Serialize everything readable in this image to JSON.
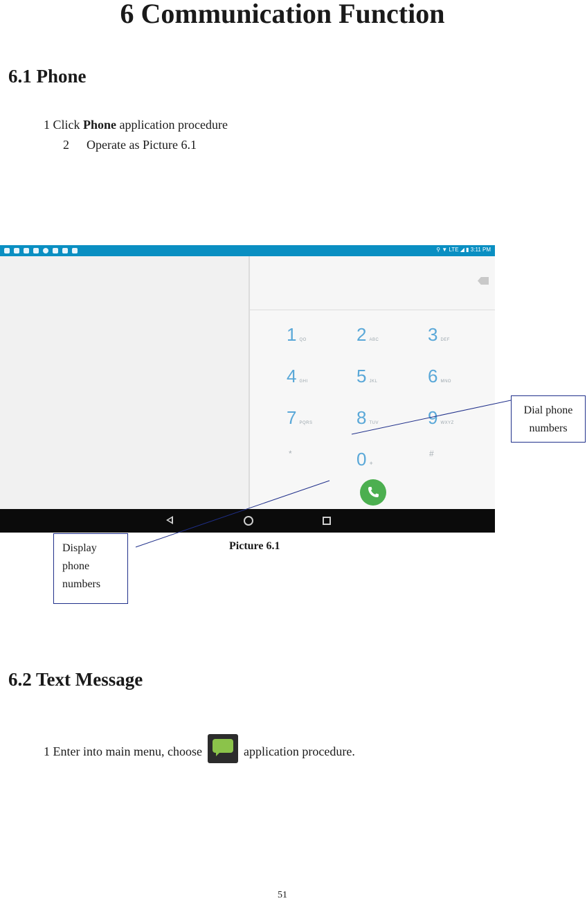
{
  "chapter": {
    "title": "6 Communication Function"
  },
  "section1": {
    "heading": "6.1 Phone",
    "step1": {
      "num": "1",
      "prefix": "Click ",
      "bold": "Phone",
      "suffix": " application procedure"
    },
    "step2": {
      "num": "2",
      "text": "Operate as Picture 6.1"
    }
  },
  "screenshot": {
    "status_time": "3:11 PM",
    "status_network": "LTE",
    "keypad": [
      {
        "digit": "1",
        "letters": "QO"
      },
      {
        "digit": "2",
        "letters": "ABC"
      },
      {
        "digit": "3",
        "letters": "DEF"
      },
      {
        "digit": "4",
        "letters": "GHI"
      },
      {
        "digit": "5",
        "letters": "JKL"
      },
      {
        "digit": "6",
        "letters": "MNO"
      },
      {
        "digit": "7",
        "letters": "PQRS"
      },
      {
        "digit": "8",
        "letters": "TUV"
      },
      {
        "digit": "9",
        "letters": "WXYZ"
      },
      {
        "digit": "*",
        "letters": ""
      },
      {
        "digit": "0",
        "letters": "+"
      },
      {
        "digit": "#",
        "letters": ""
      }
    ]
  },
  "callouts": {
    "dial": {
      "line1": "Dial phone",
      "line2": "numbers"
    },
    "display": {
      "line1": "Display",
      "line2": "phone",
      "line3": "numbers"
    }
  },
  "caption": "Picture 6.1",
  "section2": {
    "heading": "6.2 Text Message",
    "step1": {
      "num": "1",
      "prefix": "Enter into main menu, choose",
      "suffix": "application procedure."
    }
  },
  "page_number": "51",
  "colors": {
    "status_bar": "#0a8fc2",
    "key_digit": "#5aa8d8",
    "call_button": "#4caf50",
    "callout_border": "#1f2f8a",
    "leader_line": "#1f2f8a",
    "message_bubble": "#8bc34a"
  }
}
